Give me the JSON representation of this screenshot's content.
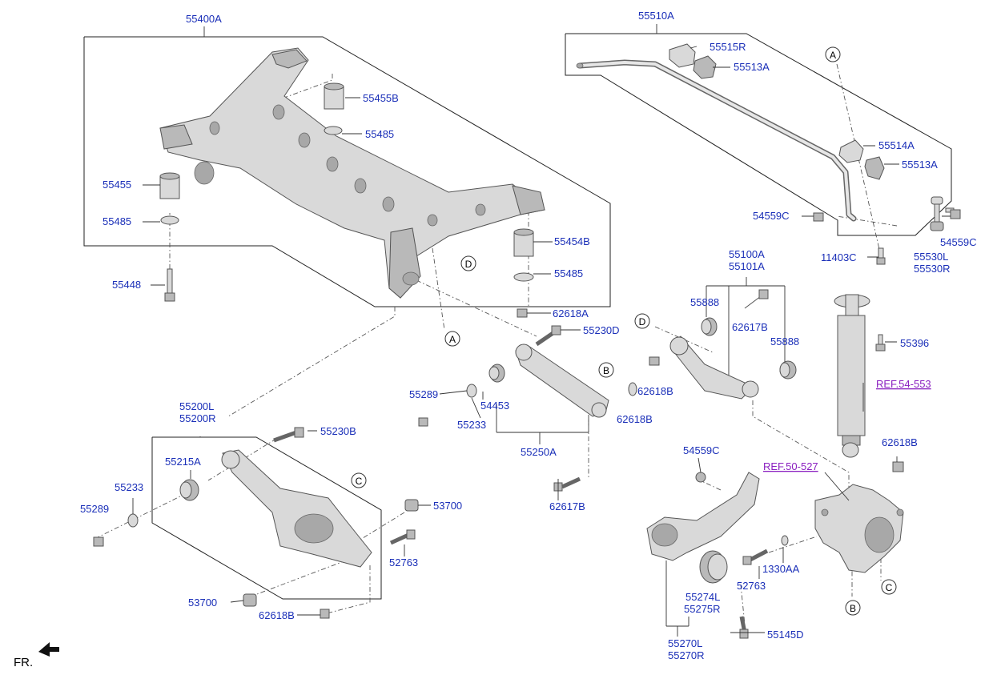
{
  "parts": {
    "p55400A": "55400A",
    "p55455B": "55455B",
    "p55485_a": "55485",
    "p55455": "55455",
    "p55485_b": "55485",
    "p55454B": "55454B",
    "p55485_c": "55485",
    "p55448": "55448",
    "p62618A": "62618A",
    "p55230D": "55230D",
    "p55510A": "55510A",
    "p55515R": "55515R",
    "p55513A_a": "55513A",
    "p55514A": "55514A",
    "p55513A_b": "55513A",
    "p54559C_a": "54559C",
    "p54559C_b": "54559C",
    "p11403C": "11403C",
    "p55530L": "55530L",
    "p55530R": "55530R",
    "p55100A": "55100A",
    "p55101A": "55101A",
    "p55888_a": "55888",
    "p62617B_a": "62617B",
    "p55888_b": "55888",
    "p62618B_a": "62618B",
    "p62618B_b": "62618B",
    "p55396": "55396",
    "p55289_a": "55289",
    "p54453": "54453",
    "p55233_a": "55233",
    "p55250A": "55250A",
    "p62617B_b": "62617B",
    "p55200L": "55200L",
    "p55200R": "55200R",
    "p55230B": "55230B",
    "p55215A": "55215A",
    "p55233_b": "55233",
    "p55289_b": "55289",
    "p53700_a": "53700",
    "p52763_a": "52763",
    "p53700_b": "53700",
    "p62618B_c": "62618B",
    "p54559C_c": "54559C",
    "p62618B_d": "62618B",
    "p52763_b": "52763",
    "p1330AA": "1330AA",
    "p55274L": "55274L",
    "p55275R": "55275R",
    "p55145D": "55145D",
    "p55270L": "55270L",
    "p55270R": "55270R"
  },
  "refs": {
    "ref54553": "REF.54-553",
    "ref50527": "REF.50-527"
  },
  "callouts": {
    "A": "A",
    "B": "B",
    "C": "C",
    "D": "D"
  },
  "front_label": "FR.",
  "colors": {
    "part_label": "#1a2fb8",
    "ref_label": "#8a1fc0",
    "part_fill": "#d9d9d9"
  }
}
